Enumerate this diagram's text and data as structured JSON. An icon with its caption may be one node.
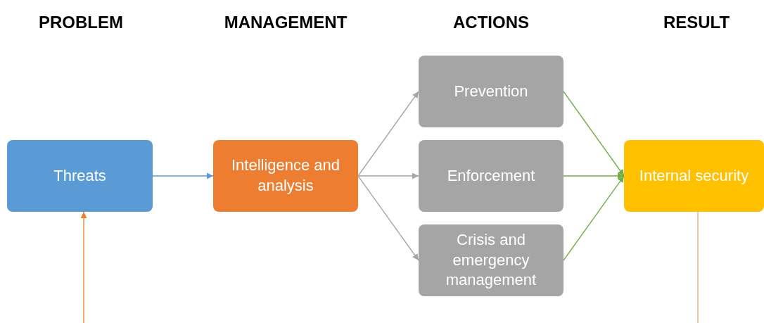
{
  "diagram": {
    "nodes": [
      {
        "text": [
          "Threats"
        ]
      },
      {
        "text": [
          "Intelligence and analysis"
        ]
      },
      {
        "text": [
          "Prevention"
        ]
      },
      {
        "text": [
          "Enforcement"
        ]
      },
      {
        "text": [
          "Crisis and emergency management"
        ]
      },
      {
        "text": [
          "Internal security"
        ]
      }
    ],
    "edges": [
      {
        "from": null,
        "to": 0,
        "arrow": "to",
        "color": "#ed7d31"
      },
      {
        "from": 0,
        "to": 1,
        "arrow": "to",
        "color": "#5b9bd5"
      },
      {
        "from": 1,
        "to": 2,
        "arrow": "to",
        "color": "#a5a5a5"
      },
      {
        "from": 1,
        "to": 3,
        "arrow": "to",
        "color": "#a5a5a5"
      },
      {
        "from": 1,
        "to": 4,
        "arrow": "to",
        "color": "#a5a5a5"
      },
      {
        "from": 2,
        "to": 5,
        "arrow": "to",
        "color": "#70ad47"
      },
      {
        "from": 3,
        "to": 5,
        "arrow": "to",
        "color": "#70ad47"
      },
      {
        "from": 4,
        "to": 5,
        "arrow": "to",
        "color": "#70ad47"
      },
      {
        "from": 5,
        "to": null,
        "arrow": "none",
        "color": "#f4a460"
      }
    ],
    "labels": [
      "PROBLEM",
      "MANAGEMENT",
      "ACTIONS",
      "RESULT"
    ]
  }
}
